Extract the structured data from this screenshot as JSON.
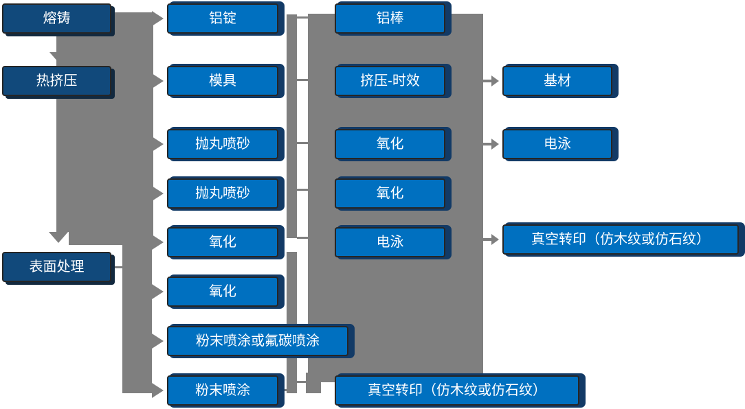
{
  "diagram_title": "",
  "nodes": [
    {
      "id": "melting",
      "label": "熔铸",
      "variant": "dark"
    },
    {
      "id": "hot-extrusion",
      "label": "热挤压",
      "variant": "dark"
    },
    {
      "id": "surface-treatment",
      "label": "表面处理",
      "variant": "dark"
    },
    {
      "id": "al-ingot",
      "label": "铝锭",
      "variant": "light"
    },
    {
      "id": "mold",
      "label": "模具",
      "variant": "light"
    },
    {
      "id": "shot-blast-1",
      "label": "抛丸喷砂",
      "variant": "light"
    },
    {
      "id": "shot-blast-2",
      "label": "抛丸喷砂",
      "variant": "light"
    },
    {
      "id": "oxidation-a",
      "label": "氧化",
      "variant": "light"
    },
    {
      "id": "oxidation-b",
      "label": "氧化",
      "variant": "light"
    },
    {
      "id": "powder-or-fluorocarbon",
      "label": "粉末喷涂或氟碳喷涂",
      "variant": "light"
    },
    {
      "id": "powder-coating",
      "label": "粉末喷涂",
      "variant": "light"
    },
    {
      "id": "al-rod",
      "label": "铝棒",
      "variant": "light"
    },
    {
      "id": "extrusion-aging",
      "label": "挤压-时效",
      "variant": "light"
    },
    {
      "id": "oxidation-c",
      "label": "氧化",
      "variant": "light"
    },
    {
      "id": "oxidation-d",
      "label": "氧化",
      "variant": "light"
    },
    {
      "id": "electrophoresis-a",
      "label": "电泳",
      "variant": "light"
    },
    {
      "id": "vacuum-transfer-bottom",
      "label": "真空转印（仿木纹或仿石纹）",
      "variant": "light"
    },
    {
      "id": "base-material",
      "label": "基材",
      "variant": "light"
    },
    {
      "id": "electrophoresis-b",
      "label": "电泳",
      "variant": "light"
    },
    {
      "id": "vacuum-transfer-right",
      "label": "真空转印（仿木纹或仿石纹）",
      "variant": "light"
    }
  ],
  "colors": {
    "box_blue": "#0070C0",
    "box_dark_blue": "#11497B",
    "shadow_navy": "#123A66",
    "connector_gray": "#7F7F7F",
    "box_border": "#262626",
    "text": "#FFFFFF",
    "background": "#FFFFFF"
  }
}
